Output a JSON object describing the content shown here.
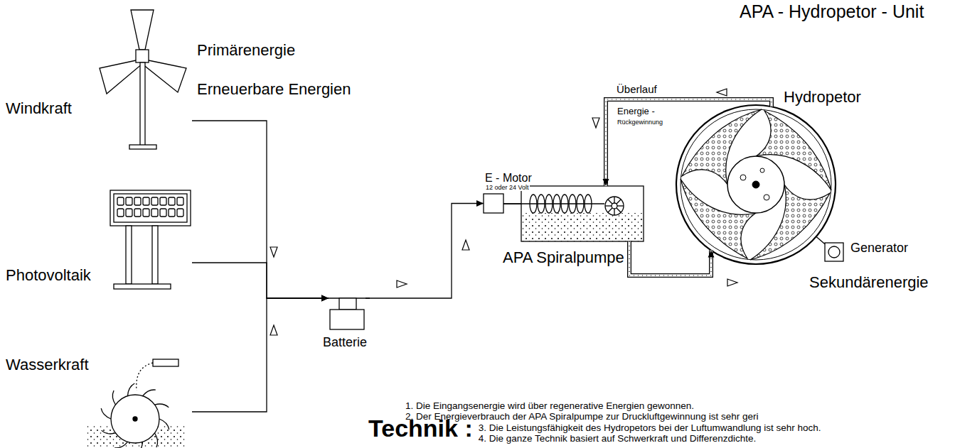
{
  "diagram": {
    "title": "APA - Hydropetor - Unit",
    "nodes": [
      {
        "text": [
          "Windkraft"
        ]
      },
      {
        "text": [
          "Photovoltaik"
        ]
      },
      {
        "text": [
          "Wasserkraft"
        ]
      },
      {
        "text": [
          "Batterie"
        ]
      },
      {
        "text": [
          "E - Motor",
          "12 oder 24 Volt"
        ]
      },
      {
        "text": [
          "APA Spiralpumpe"
        ]
      },
      {
        "text": [
          "Hydropetor"
        ]
      },
      {
        "text": [
          "Generator"
        ]
      }
    ],
    "edges": [
      {
        "from": 0,
        "to": 3,
        "arrow": "to"
      },
      {
        "from": 1,
        "to": 3,
        "arrow": "to"
      },
      {
        "from": 2,
        "to": 3,
        "arrow": "to"
      },
      {
        "from": 3,
        "to": 4,
        "arrow": "to"
      },
      {
        "from": 4,
        "to": 5,
        "arrow": "none"
      },
      {
        "from": 5,
        "to": 6,
        "arrow": "to"
      },
      {
        "from": 6,
        "to": 5,
        "label": "Überlauf",
        "arrow": "to"
      },
      {
        "from": 6,
        "to": 7,
        "arrow": "none"
      }
    ],
    "labels": [
      "Primärenergie",
      "Erneuerbare Energien",
      "Energie -",
      "Rückgewinnung",
      "Sekundärenergie",
      "Technik :",
      "1. Die Eingangsenergie wird über regenerative Energien gewonnen.",
      "2. Der Energieverbrauch der APA Spiralpumpe zur Druckluftgewinnung ist sehr geri",
      "3. Die Leistungsfähigkeit des Hydropetors bei der Luftumwandlung ist sehr hoch.",
      "4. Die ganze Technik basiert auf Schwerkraft und Differenzdichte."
    ]
  }
}
